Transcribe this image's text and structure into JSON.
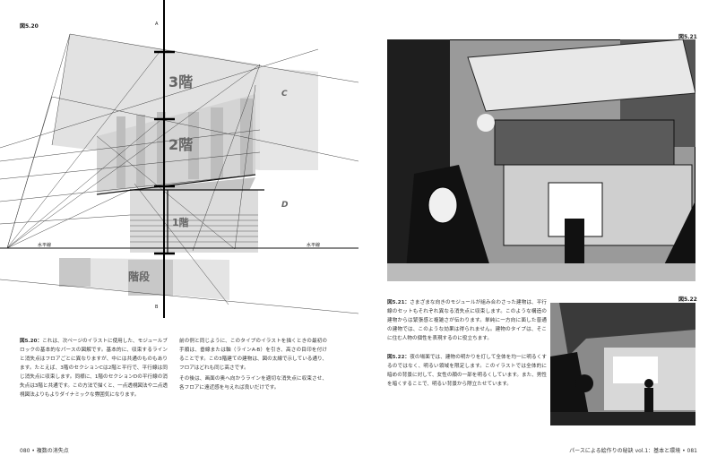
{
  "left_page": {
    "figure_label": "図5.20",
    "diagram": {
      "axis_top": "A",
      "axis_bottom": "B",
      "floor3": "3階",
      "floor2": "2階",
      "floor1": "1階",
      "stairs": "階段",
      "section_c": "C",
      "section_d": "D",
      "horizon_left": "水平線",
      "horizon_right": "水平線"
    },
    "caption_label": "図5.20：",
    "caption": "これは、次ページのイラストに使用した、モジュールブロックの基本的なパースの図解です。基本的に、収束するラインと消失点はフロアごとに異なりますが、中には共通のものもあります。たとえば、3階のセクションCは2階と平行で、平行線は同じ消失点に収束します。同様に、1階のセクションDの平行線の消失点は3階と共通です。この方法で描くと、一点透視図法や二点透視図法よりもよりダイナミックな雰囲気になります。",
    "body_p1": "前の例と同じように、このタイプのイラストを描くときの最初の手順は、垂線または軸（ラインA-B）を引き、高さの目印を付けることです。この3階建ての建物は、図の太線で示している通り、フロアはどれも同じ高さです。",
    "body_p2": "その後は、画面の奥へ向かうラインを適切な消失点に収束させ、各フロアに遠近感を与えれば良いだけです。",
    "footer": "080 • 複数の消失点"
  },
  "right_page": {
    "figure_label_1": "図5.21",
    "figure_label_2": "図5.22",
    "caption1_label": "図5.21：",
    "caption1": "さまざまな向きのモジュールが組み合わさった建物は、平行線のセットもそれぞれ異なる消失点に収束します。このような構造の建物からは緊張感と複雑さが伝わります。単純に一方向に面した普通の建物では、このような効果は得られません。建物のタイプは、そこに住む人物の個性を表現するのに役立ちます。",
    "caption2_label": "図5.22：",
    "caption2": "夜の場面では、建物の明かりを灯して全体を均一に明るくするのではなく、明るい領域を限定します。このイラストでは全体的に暗めの背景に対して、女性の顔の一部を明るくしています。また、男性を暗くすることで、明るい背景から際立たせています。",
    "footer": "パースによる絵作りの秘訣 vol.1：基本と環境 • 081"
  }
}
